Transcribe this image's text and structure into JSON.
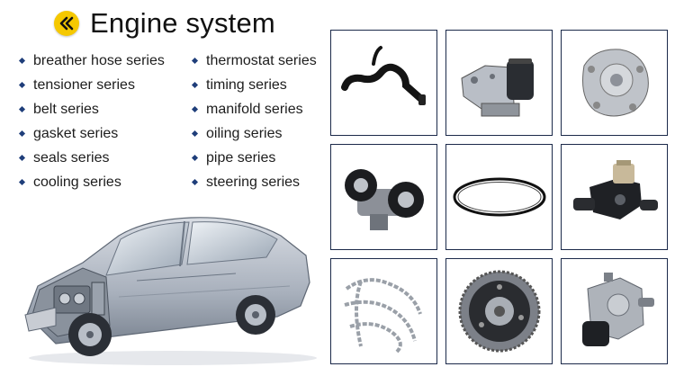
{
  "header": {
    "title": "Engine system",
    "badge_icon": "double-chevron-left-icon",
    "badge_color": "#f5c800"
  },
  "series_left": [
    "breather hose series",
    "tensioner series",
    "belt series",
    "gasket series",
    "seals series",
    "cooling series"
  ],
  "series_right": [
    "thermostat series",
    "timing series",
    "manifold series",
    "oiling series",
    "pipe series",
    "steering series"
  ],
  "bullet_color": "#1f3e7a",
  "tile_border_color": "#1c2a4a",
  "products": [
    "breather-hose",
    "oil-filter-housing",
    "water-pump",
    "belt-tensioner",
    "drive-belt",
    "thermostat-housing",
    "timing-chain",
    "camshaft-adjuster",
    "power-steering-pump"
  ]
}
